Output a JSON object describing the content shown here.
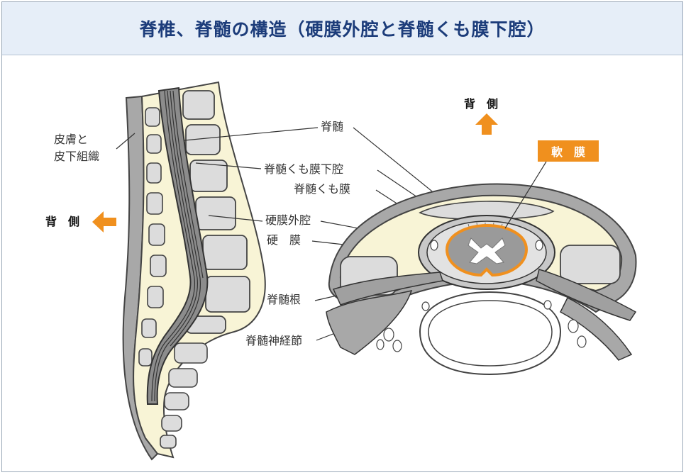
{
  "title": "脊椎、脊髄の構造（硬膜外腔と脊髄くも膜下腔）",
  "labels": {
    "skin_line1": "皮膚と",
    "skin_line2": "皮下組織",
    "dorsal_left": "背　側",
    "dorsal_top": "背　側",
    "spinal_cord": "脊髄",
    "subarachnoid": "脊髄くも膜下腔",
    "arachnoid": "脊髄くも膜",
    "epidural": "硬膜外腔",
    "dura": "硬　膜",
    "nerve_root": "脊髄根",
    "ganglion": "脊髄神経節",
    "pia_mater": "軟　膜"
  },
  "colors": {
    "accent_orange": "#f0901e",
    "title_blue": "#1c3c7a",
    "header_bg": "#e6eef8",
    "bone_fill": "#f8f4d6",
    "tissue_gray": "#a8a8a8",
    "vertebra_gray": "#dcdcdc"
  },
  "icons": {
    "arrow_left": "orange-left-arrow",
    "arrow_up": "orange-up-arrow"
  }
}
